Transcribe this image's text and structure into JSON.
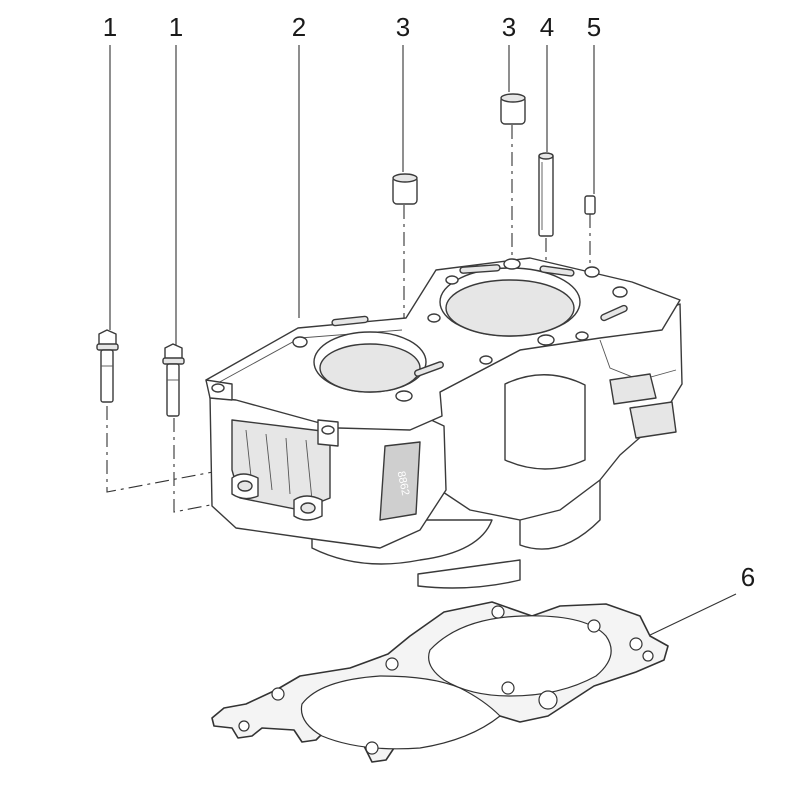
{
  "callouts": {
    "bolt_1a": "1",
    "bolt_1b": "1",
    "cylinder_2": "2",
    "dowel_3a": "3",
    "dowel_3b": "3",
    "guide_4": "4",
    "pin_5": "5",
    "gasket_6": "6"
  },
  "stamp": {
    "casting_mark": "8862"
  }
}
